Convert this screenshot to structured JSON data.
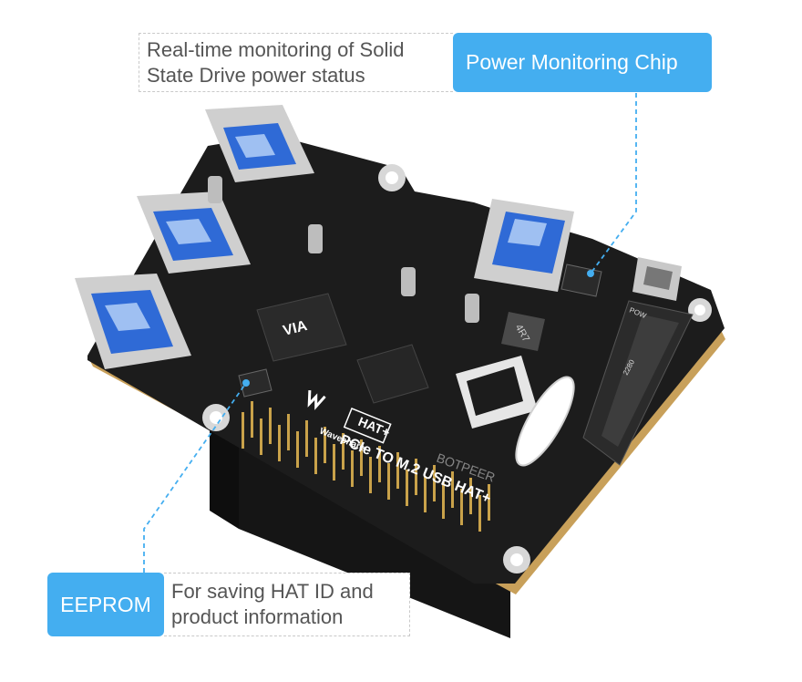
{
  "callouts": {
    "power": {
      "title": "Power Monitoring Chip",
      "description": "Real-time monitoring of Solid State Drive power status"
    },
    "eeprom": {
      "title": "EEPROM",
      "description": "For saving HAT ID and product information"
    }
  },
  "board": {
    "brand": "Waveshare",
    "product_name": "PCIe TO M.2 USB HAT+",
    "hat_badge": "HAT+",
    "chip_label": "VIA",
    "inductor_label": "4R7",
    "slot_label": "2280",
    "connector_label": "POW",
    "watermark": "BOTPEER"
  },
  "colors": {
    "accent": "#44aef0",
    "pcb": "#1c1c1c",
    "usb_blue": "#2f6ad6",
    "header_gold": "#c9a24a"
  }
}
